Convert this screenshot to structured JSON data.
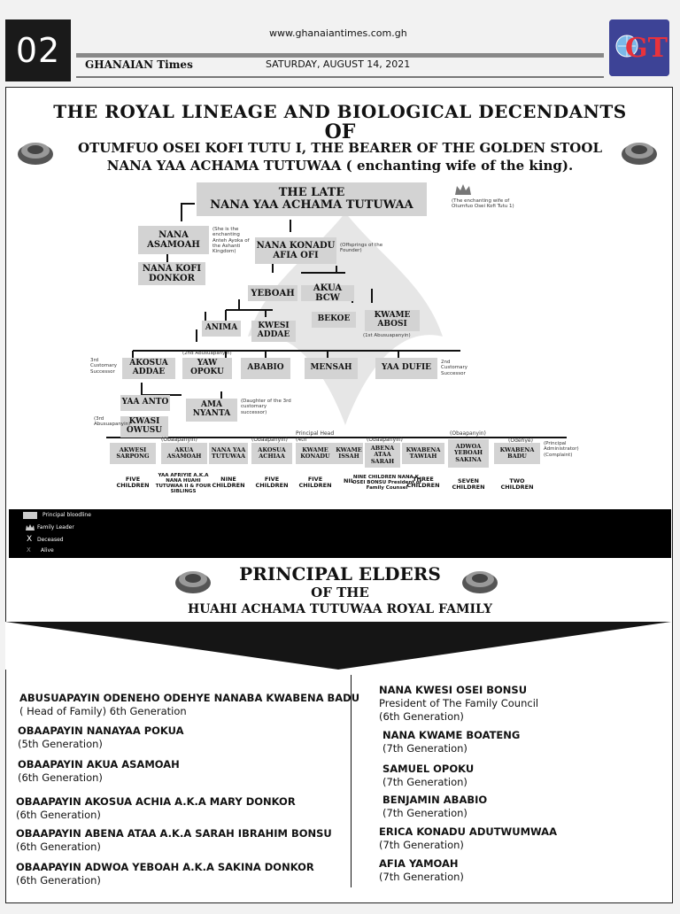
{
  "header": {
    "page_number": "02",
    "url": "www.ghanaiantimes.com.gh",
    "paper": "GHANAIAN Times",
    "date": "SATURDAY, AUGUST 14, 2021",
    "logo_text": "GT"
  },
  "titles": {
    "line1": "THE ROYAL LINEAGE AND BIOLOGICAL DECENDANTS",
    "line2": "OF",
    "line3": "OTUMFUO OSEI KOFI TUTU I, THE BEARER OF THE GOLDEN STOOL",
    "line4": "NANA YAA ACHAMA TUTUWAA ( enchanting wife of the king)."
  },
  "tree": {
    "root": {
      "line1": "THE LATE",
      "line2": "NANA YAA ACHAMA TUTUWAA",
      "note": "(The enchanting wife of Otumfuo Osei Kofi Tutu 1)"
    },
    "asamoah": {
      "name": "NANA ASAMOAH",
      "note": "(She is the enchanting Anteh Ayoka of the Ashanti Kingdom)"
    },
    "konadu": {
      "name": "NANA KONADU AFIA OFI",
      "note": "(Offsprings of the Founder)"
    },
    "kofi_donkor": "NANA KOFI DONKOR",
    "yeboah": "YEBOAH",
    "akua_bcw": "AKUA BCW",
    "bekoe": "BEKOE",
    "kwame_abosi": {
      "name": "KWAME ABOSI",
      "note": "(1st Abusuapanyin)"
    },
    "anima": "ANIMA",
    "kwesi_addae": "KWESI ADDAE",
    "akosua_addae": {
      "name": "AKOSUA ADDAE",
      "note": "3rd Customary Successor"
    },
    "yaw_opoku": {
      "name": "YAW OPOKU",
      "note": "(2nd Abusuapanyin)"
    },
    "ababio": "ABABIO",
    "mensah": "MENSAH",
    "yaa_dufie": {
      "name": "YAA DUFIE",
      "note": "2nd Customary Successor"
    },
    "yaa_anto": "YAA ANTO",
    "ama_nyanta": {
      "name": "AMA NYANTA",
      "note": "(Daughter of the 3rd customary successor)"
    },
    "kwasi_owusu": {
      "name": "KWASI OWUSU",
      "note": "(3rd Abusuapanyin)"
    },
    "bottom": [
      {
        "name": "AKWESI SARPONG",
        "tag": "",
        "kids": "FIVE CHILDREN"
      },
      {
        "name": "AKUA ASAMOAH",
        "tag": "(Obaapanyin)",
        "kids": "YAA AFRIYIE A.K.A NANA HUAHI TUTUWAA II & FOUR SIBLINGS"
      },
      {
        "name": "NANA YAA TUTUWAA",
        "tag": "",
        "kids": "NINE CHILDREN"
      },
      {
        "name": "AKOSUA ACHIAA",
        "tag": "(Obaapanyin)",
        "kids": "FIVE CHILDREN"
      },
      {
        "name": "KWAME KONADU",
        "tag": "Principal Head (4th Abusuapanyin)",
        "kids": "FIVE CHILDREN"
      },
      {
        "name": "KWAME ISSAH",
        "tag": "",
        "kids": "NIL"
      },
      {
        "name": "ABENA ATAA SARAH",
        "tag": "(Obaapanyin)",
        "kids": "NINE CHILDREN NANA K. OSEI BONSU President of Family Counsel"
      },
      {
        "name": "KWABENA TAWIAH",
        "tag": "",
        "kids": "THREE CHILDREN"
      },
      {
        "name": "ADWOA YEBOAH SAKINA",
        "tag": "(Obaapanyin)",
        "kids": "SEVEN CHILDREN"
      },
      {
        "name": "KWABENA BADU",
        "tag": "(Odehye)",
        "kids": "TWO CHILDREN"
      }
    ],
    "badu_note": "(Principal Administrator) (Complaint)"
  },
  "legend": {
    "principal": "Principal bloodline",
    "leader": "Family Leader",
    "deceased": "Deceased",
    "alive": "Alive"
  },
  "elders": {
    "title": "PRINCIPAL ELDERS",
    "of": "OF THE",
    "family": "HUAHI ACHAMA TUTUWAA ROYAL FAMILY",
    "left": [
      {
        "name": "ABUSUAPAYIN ODENEHO ODEHYE NANABA KWABENA BADU",
        "gen": "( Head of Family) 6th Generation"
      },
      {
        "name": "OBAAPAYIN NANAYAA POKUA",
        "gen": "(5th Generation)"
      },
      {
        "name": "OBAAPAYIN AKUA ASAMOAH",
        "gen": "(6th Generation)"
      },
      {
        "name": "OBAAPAYIN AKOSUA ACHIA A.K.A MARY DONKOR",
        "gen": "(6th Generation)"
      },
      {
        "name": "OBAAPAYIN ABENA ATAA A.K.A SARAH IBRAHIM BONSU",
        "gen": "(6th Generation)"
      },
      {
        "name": "OBAAPAYIN ADWOA YEBOAH A.K.A SAKINA DONKOR",
        "gen": "(6th Generation)"
      }
    ],
    "right": [
      {
        "name": "NANA KWESI OSEI BONSU",
        "gen": "President of The Family Council",
        "gen2": "(6th Generation)"
      },
      {
        "name": "NANA KWAME BOATENG",
        "gen": "(7th Generation)"
      },
      {
        "name": "SAMUEL OPOKU",
        "gen": "(7th Generation)"
      },
      {
        "name": "BENJAMIN ABABIO",
        "gen": "(7th Generation)"
      },
      {
        "name": "ERICA KONADU ADUTWUMWAA",
        "gen": "(7th Generation)"
      },
      {
        "name": "AFIA YAMOAH",
        "gen": "(7th Generation)"
      }
    ]
  }
}
